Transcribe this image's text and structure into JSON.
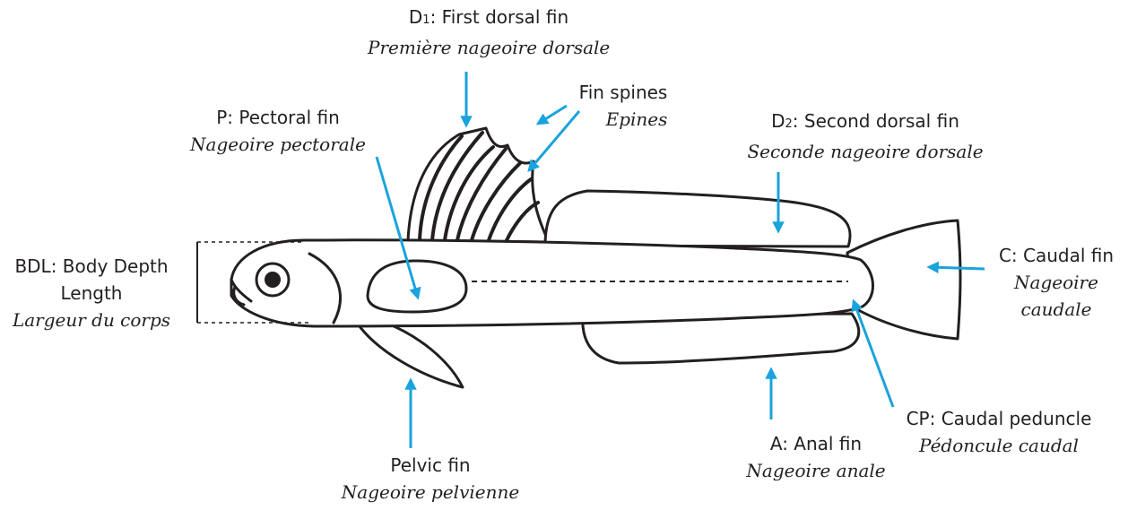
{
  "colors": {
    "outline": "#231f20",
    "arrow": "#1aa3dc",
    "dash": "#231f20"
  },
  "labels": {
    "d1": {
      "en_prefix": "D",
      "en_sub": "1",
      "en_rest": ": First dorsal fin",
      "fr": "Première nageoire dorsale"
    },
    "spines": {
      "en": "Fin spines",
      "fr": "Epines"
    },
    "pectoral": {
      "en": "P: Pectoral fin",
      "fr": "Nageoire pectorale"
    },
    "d2": {
      "en_prefix": "D",
      "en_sub": "2",
      "en_rest": ": Second dorsal fin",
      "fr": "Seconde nageoire dorsale"
    },
    "bdl": {
      "en_line1": "BDL: Body Depth",
      "en_line2": "Length",
      "fr": "Largeur du corps"
    },
    "caudal": {
      "en": "C: Caudal fin",
      "fr_line1": "Nageoire",
      "fr_line2": "caudale"
    },
    "peduncle": {
      "en": "CP: Caudal peduncle",
      "fr": "Pédoncule caudal"
    },
    "anal": {
      "en": "A: Anal fin",
      "fr": "Nageoire anale"
    },
    "pelvic": {
      "en": "Pelvic fin",
      "fr": "Nageoire pelvienne"
    }
  }
}
